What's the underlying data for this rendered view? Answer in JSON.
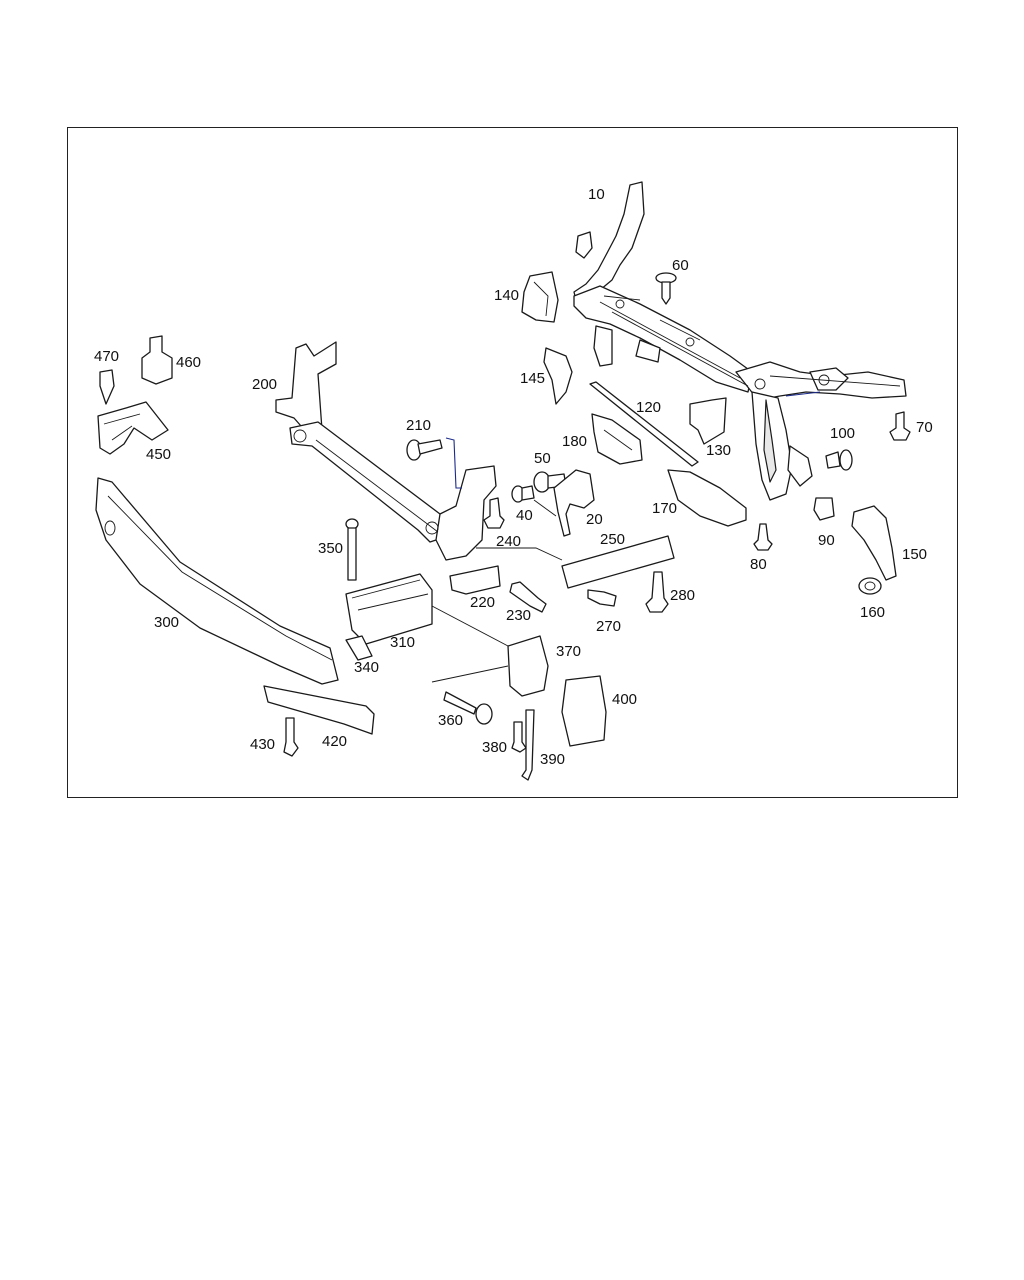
{
  "diagram": {
    "callouts": {
      "c10": "10",
      "c20": "20",
      "c40": "40",
      "c50": "50",
      "c60": "60",
      "c70": "70",
      "c80": "80",
      "c90": "90",
      "c100": "100",
      "c120": "120",
      "c130": "130",
      "c140": "140",
      "c145": "145",
      "c150": "150",
      "c160": "160",
      "c170": "170",
      "c180": "180",
      "c200": "200",
      "c210": "210",
      "c220": "220",
      "c230": "230",
      "c240": "240",
      "c250": "250",
      "c270": "270",
      "c280": "280",
      "c300": "300",
      "c310": "310",
      "c340": "340",
      "c350": "350",
      "c360": "360",
      "c370": "370",
      "c380": "380",
      "c390": "390",
      "c400": "400",
      "c420": "420",
      "c430": "430",
      "c450": "450",
      "c460": "460",
      "c470": "470"
    },
    "colors": {
      "line": "#1a1a1a",
      "leader_accent": "#1a2a8a",
      "background": "#ffffff"
    }
  }
}
